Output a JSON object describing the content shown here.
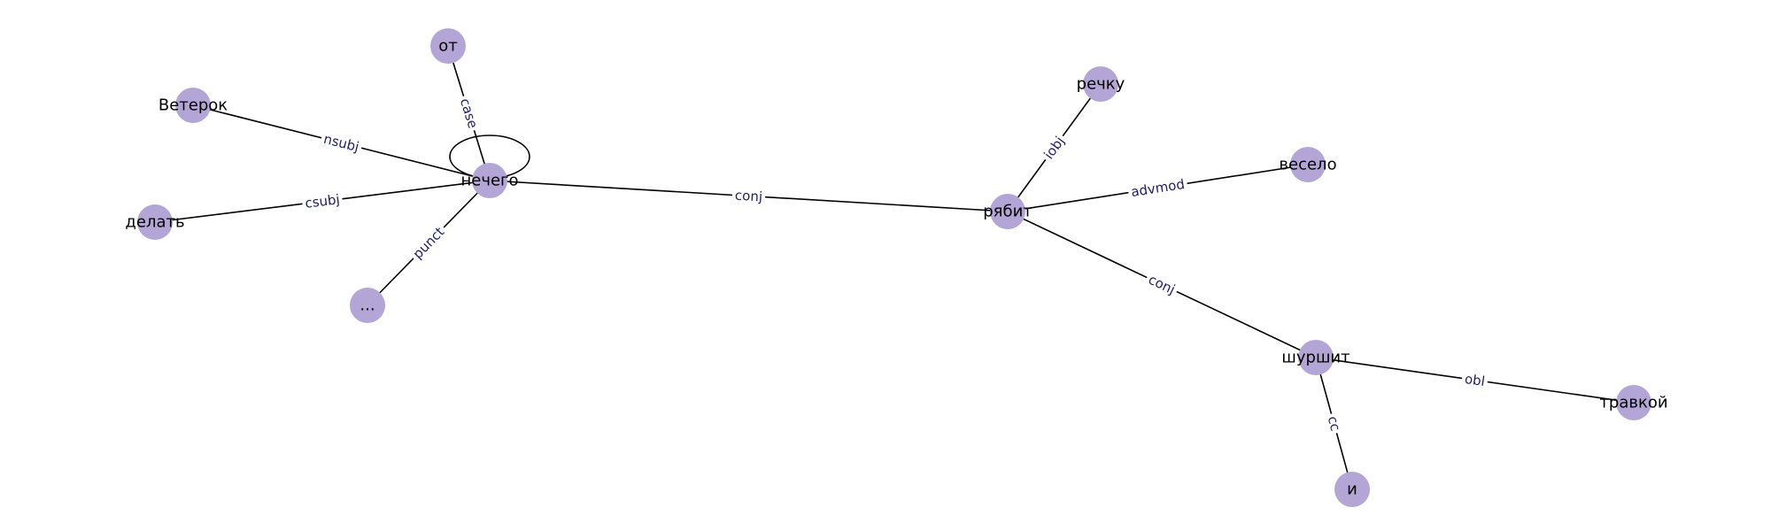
{
  "colors": {
    "node_fill": "#b3a6d6",
    "edge_stroke": "#000000",
    "edge_label_text": "#1f1f66",
    "node_label_text": "#000000",
    "background": "#ffffff"
  },
  "nodes": [
    {
      "id": "nechego",
      "label": "нечего"
    },
    {
      "id": "ot",
      "label": "от"
    },
    {
      "id": "veterok",
      "label": "Ветерок"
    },
    {
      "id": "delat",
      "label": "делать"
    },
    {
      "id": "dots",
      "label": "..."
    },
    {
      "id": "ryabit",
      "label": "рябит"
    },
    {
      "id": "rechku",
      "label": "речку"
    },
    {
      "id": "veselo",
      "label": "весело"
    },
    {
      "id": "shurshit",
      "label": "шуршит"
    },
    {
      "id": "travkoy",
      "label": "травкой"
    },
    {
      "id": "i",
      "label": "и"
    }
  ],
  "edges": [
    {
      "id": "nechego-ot",
      "source": "nechego",
      "target": "ot",
      "label": "case"
    },
    {
      "id": "nechego-veterok",
      "source": "nechego",
      "target": "veterok",
      "label": "nsubj"
    },
    {
      "id": "nechego-delat",
      "source": "nechego",
      "target": "delat",
      "label": "csubj"
    },
    {
      "id": "nechego-dots",
      "source": "nechego",
      "target": "dots",
      "label": "punct"
    },
    {
      "id": "nechego-ryabit",
      "source": "nechego",
      "target": "ryabit",
      "label": "conj"
    },
    {
      "id": "nechego-self",
      "source": "nechego",
      "target": "nechego",
      "label": ""
    },
    {
      "id": "ryabit-rechku",
      "source": "ryabit",
      "target": "rechku",
      "label": "iobj"
    },
    {
      "id": "ryabit-veselo",
      "source": "ryabit",
      "target": "veselo",
      "label": "advmod"
    },
    {
      "id": "ryabit-shurshit",
      "source": "ryabit",
      "target": "shurshit",
      "label": "conj"
    },
    {
      "id": "shurshit-travkoy",
      "source": "shurshit",
      "target": "travkoy",
      "label": "obl"
    },
    {
      "id": "shurshit-i",
      "source": "shurshit",
      "target": "i",
      "label": "cc"
    }
  ]
}
